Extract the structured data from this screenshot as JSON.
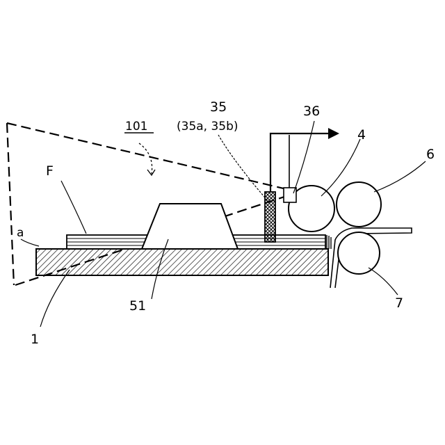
{
  "labels": {
    "system": "101",
    "sensor": "35",
    "sensor_sub": "(35a, 35b)",
    "element_36": "36",
    "roller_4": "4",
    "roller_6": "6",
    "roller_7": "7",
    "sheets": "F",
    "edge_a": "a",
    "tray": "1",
    "block": "51"
  },
  "colors": {
    "line": "#000000",
    "background": "#ffffff"
  }
}
